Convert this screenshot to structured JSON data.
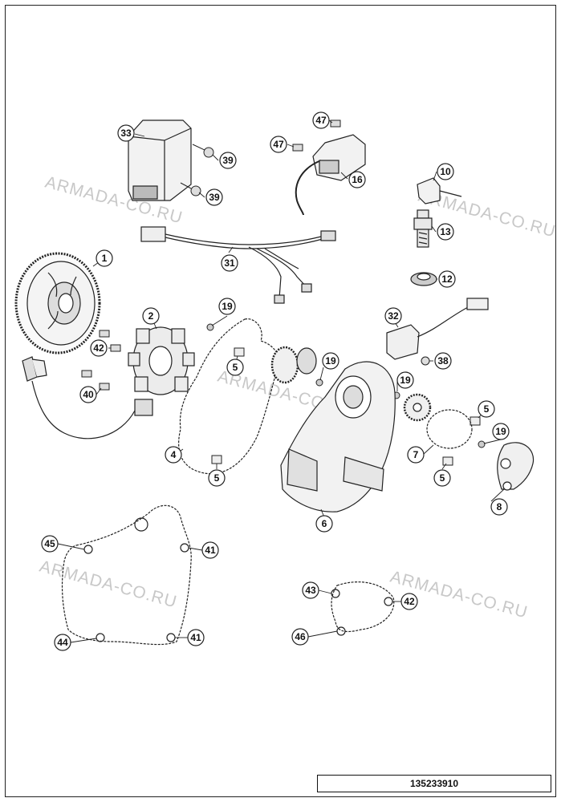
{
  "document": {
    "number": "135233910"
  },
  "watermark": {
    "text": "ARMADA-CO.RU"
  },
  "callouts": [
    {
      "id": "c1",
      "label": "1"
    },
    {
      "id": "c2",
      "label": "2"
    },
    {
      "id": "c4",
      "label": "4"
    },
    {
      "id": "c5a",
      "label": "5"
    },
    {
      "id": "c5b",
      "label": "5"
    },
    {
      "id": "c5c",
      "label": "5"
    },
    {
      "id": "c5d",
      "label": "5"
    },
    {
      "id": "c6",
      "label": "6"
    },
    {
      "id": "c7",
      "label": "7"
    },
    {
      "id": "c8",
      "label": "8"
    },
    {
      "id": "c10",
      "label": "10"
    },
    {
      "id": "c12",
      "label": "12"
    },
    {
      "id": "c13",
      "label": "13"
    },
    {
      "id": "c16",
      "label": "16"
    },
    {
      "id": "c19a",
      "label": "19"
    },
    {
      "id": "c19b",
      "label": "19"
    },
    {
      "id": "c19c",
      "label": "19"
    },
    {
      "id": "c19d",
      "label": "19"
    },
    {
      "id": "c31",
      "label": "31"
    },
    {
      "id": "c32",
      "label": "32"
    },
    {
      "id": "c33",
      "label": "33"
    },
    {
      "id": "c38",
      "label": "38"
    },
    {
      "id": "c39a",
      "label": "39"
    },
    {
      "id": "c39b",
      "label": "39"
    },
    {
      "id": "c40",
      "label": "40"
    },
    {
      "id": "c41a",
      "label": "41"
    },
    {
      "id": "c41b",
      "label": "41"
    },
    {
      "id": "c42a",
      "label": "42"
    },
    {
      "id": "c42b",
      "label": "42"
    },
    {
      "id": "c43",
      "label": "43"
    },
    {
      "id": "c44",
      "label": "44"
    },
    {
      "id": "c45",
      "label": "45"
    },
    {
      "id": "c46",
      "label": "46"
    },
    {
      "id": "c47a",
      "label": "47"
    },
    {
      "id": "c47b",
      "label": "47"
    }
  ],
  "colors": {
    "line": "#222222",
    "part_fill": "#f4f4f4",
    "part_shade": "#9a9a9a",
    "watermark": "#c8c8c8"
  }
}
